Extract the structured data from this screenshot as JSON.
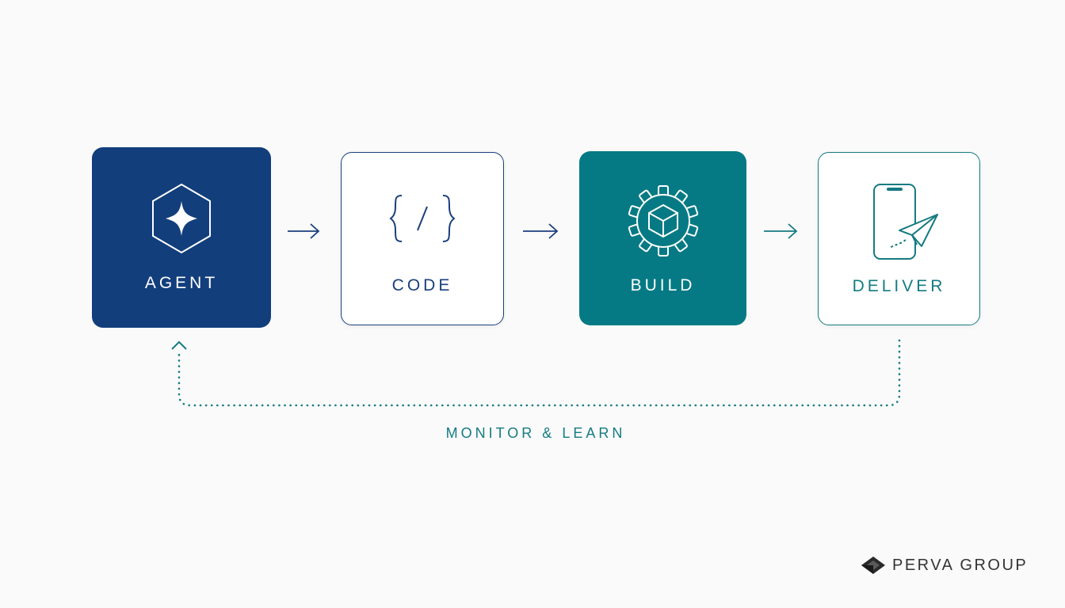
{
  "steps": [
    {
      "id": "agent",
      "label": "AGENT",
      "icon": "sparkle-hexagon-icon",
      "fill": "#123e7c"
    },
    {
      "id": "code",
      "label": "CODE",
      "icon": "code-braces-icon",
      "stroke": "#1a3f7c"
    },
    {
      "id": "build",
      "label": "BUILD",
      "icon": "gear-cube-icon",
      "fill": "#057a84"
    },
    {
      "id": "deliver",
      "label": "DELIVER",
      "icon": "phone-paper-plane-icon",
      "stroke": "#157b82"
    }
  ],
  "connectors": [
    "arrow-right-icon",
    "arrow-right-icon",
    "arrow-right-icon"
  ],
  "loop": {
    "label": "MONITOR & LEARN",
    "color": "#157b82",
    "style": "dotted"
  },
  "brand": {
    "name": "PERVA GROUP",
    "logo": "perva-logo-icon"
  }
}
